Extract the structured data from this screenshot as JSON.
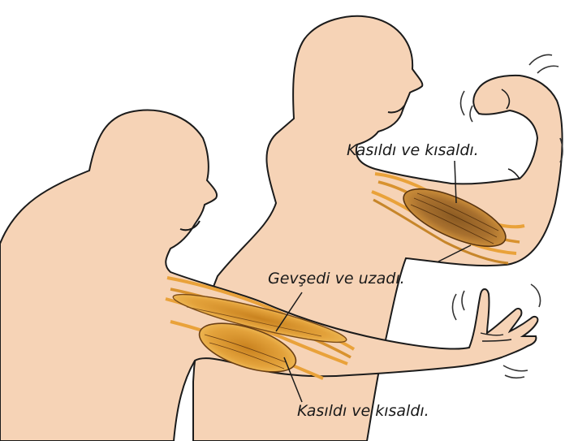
{
  "labels": {
    "upper_arm_contracted": "Kasıldı ve kısaldı.",
    "relaxed": "Gevşedi ve uzadı.",
    "lower_arm_contracted": "Kasıldı ve kısaldı."
  },
  "colors": {
    "skin": "#f6d3b6",
    "skin_shadow": "#eab99b",
    "outline": "#1b1b1b",
    "muscle_orange": "#e9a23a",
    "muscle_brown": "#a2692a",
    "muscle_dark": "#6b3f14"
  }
}
